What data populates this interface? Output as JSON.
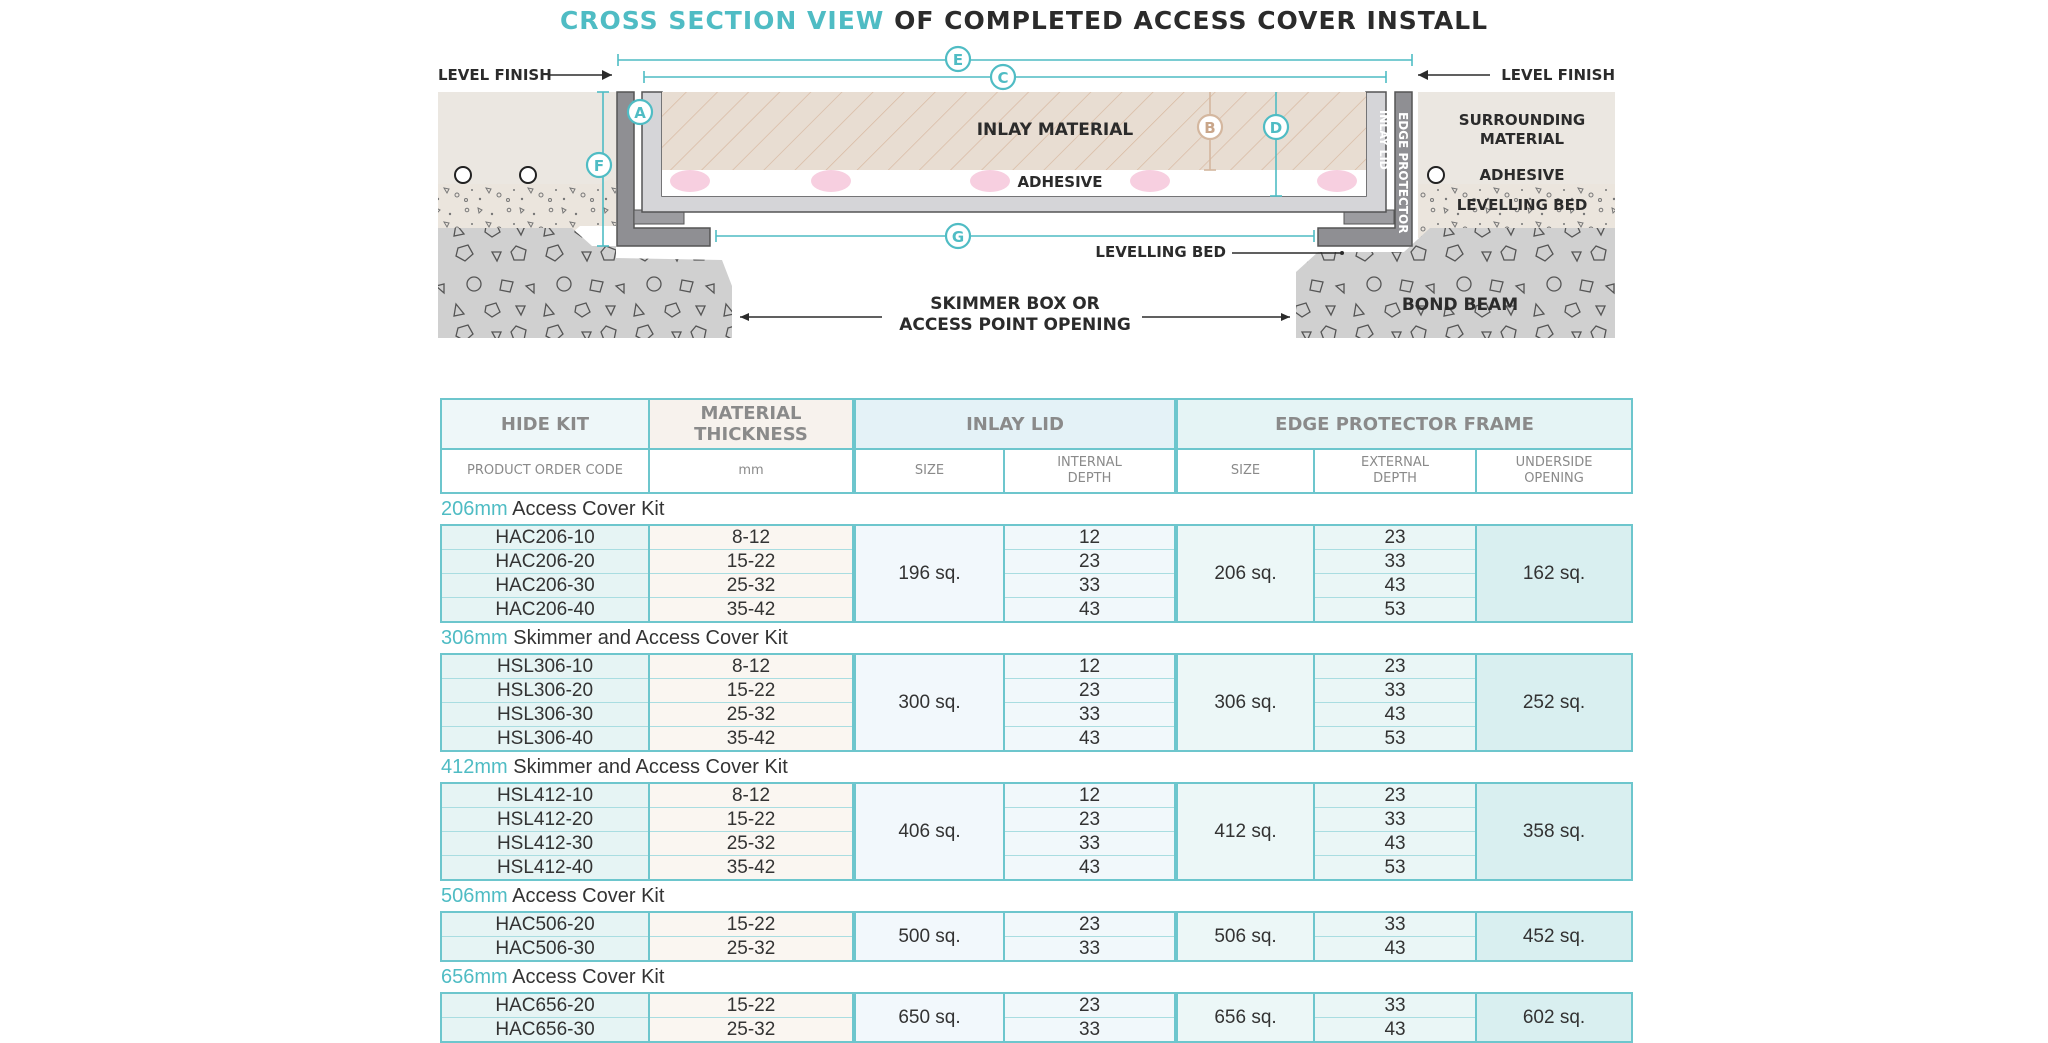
{
  "title": {
    "highlight": "CROSS SECTION VIEW",
    "rest": " OF COMPLETED ACCESS COVER INSTALL"
  },
  "colors": {
    "accent": "#4fbcc4",
    "text": "#2b2b2b",
    "header_grey": "#8a8a8a",
    "concrete": "#cfcfcf",
    "metal": "#8f8f93",
    "adhesive": "#f7cfe0",
    "inlay": "#e8ddd2"
  },
  "diagram": {
    "labels": {
      "level_finish_left": "LEVEL FINISH",
      "level_finish_right": "LEVEL FINISH",
      "inlay_material": "INLAY MATERIAL",
      "adhesive_center": "ADHESIVE",
      "surrounding_material_1": "SURROUNDING",
      "surrounding_material_2": "MATERIAL",
      "adhesive_right": "ADHESIVE",
      "levelling_bed_right": "LEVELLING BED",
      "levelling_bed_center": "LEVELLING BED",
      "opening_1": "SKIMMER BOX OR",
      "opening_2": "ACCESS POINT OPENING",
      "bond_beam": "BOND BEAM",
      "inlay_lid_vertical": "INLAY LID",
      "edge_protector_vertical": "EDGE PROTECTOR"
    },
    "markers": {
      "a": "A",
      "b": "B",
      "c": "C",
      "d": "D",
      "e": "E",
      "f": "F",
      "g": "G"
    }
  },
  "table": {
    "headers": {
      "hide_kit": "HIDE KIT",
      "material_thickness_1": "MATERIAL",
      "material_thickness_2": "THICKNESS",
      "inlay_lid": "INLAY LID",
      "edge_protector_frame": "EDGE PROTECTOR FRAME",
      "product_order_code": "PRODUCT ORDER CODE",
      "mm": "mm",
      "lid_size": "SIZE",
      "internal_depth_1": "INTERNAL",
      "internal_depth_2": "DEPTH",
      "frame_size": "SIZE",
      "external_depth_1": "EXTERNAL",
      "external_depth_2": "DEPTH",
      "underside_opening_1": "UNDERSIDE",
      "underside_opening_2": "OPENING"
    },
    "sections": [
      {
        "size": "206mm",
        "name": " Access Cover Kit",
        "lid_size": "196 sq.",
        "frame_size": "206 sq.",
        "underside": "162 sq.",
        "rows": [
          {
            "code": "HAC206-10",
            "thickness": "8-12",
            "internal": "12",
            "external": "23"
          },
          {
            "code": "HAC206-20",
            "thickness": "15-22",
            "internal": "23",
            "external": "33"
          },
          {
            "code": "HAC206-30",
            "thickness": "25-32",
            "internal": "33",
            "external": "43"
          },
          {
            "code": "HAC206-40",
            "thickness": "35-42",
            "internal": "43",
            "external": "53"
          }
        ]
      },
      {
        "size": "306mm",
        "name": " Skimmer and Access Cover Kit",
        "lid_size": "300 sq.",
        "frame_size": "306 sq.",
        "underside": "252 sq.",
        "rows": [
          {
            "code": "HSL306-10",
            "thickness": "8-12",
            "internal": "12",
            "external": "23"
          },
          {
            "code": "HSL306-20",
            "thickness": "15-22",
            "internal": "23",
            "external": "33"
          },
          {
            "code": "HSL306-30",
            "thickness": "25-32",
            "internal": "33",
            "external": "43"
          },
          {
            "code": "HSL306-40",
            "thickness": "35-42",
            "internal": "43",
            "external": "53"
          }
        ]
      },
      {
        "size": "412mm",
        "name": " Skimmer and Access Cover Kit",
        "lid_size": "406 sq.",
        "frame_size": "412 sq.",
        "underside": "358 sq.",
        "rows": [
          {
            "code": "HSL412-10",
            "thickness": "8-12",
            "internal": "12",
            "external": "23"
          },
          {
            "code": "HSL412-20",
            "thickness": "15-22",
            "internal": "23",
            "external": "33"
          },
          {
            "code": "HSL412-30",
            "thickness": "25-32",
            "internal": "33",
            "external": "43"
          },
          {
            "code": "HSL412-40",
            "thickness": "35-42",
            "internal": "43",
            "external": "53"
          }
        ]
      },
      {
        "size": "506mm",
        "name": " Access Cover Kit",
        "lid_size": "500 sq.",
        "frame_size": "506 sq.",
        "underside": "452 sq.",
        "rows": [
          {
            "code": "HAC506-20",
            "thickness": "15-22",
            "internal": "23",
            "external": "33"
          },
          {
            "code": "HAC506-30",
            "thickness": "25-32",
            "internal": "33",
            "external": "43"
          }
        ]
      },
      {
        "size": "656mm",
        "name": " Access Cover Kit",
        "lid_size": "650 sq.",
        "frame_size": "656 sq.",
        "underside": "602 sq.",
        "rows": [
          {
            "code": "HAC656-20",
            "thickness": "15-22",
            "internal": "23",
            "external": "33"
          },
          {
            "code": "HAC656-30",
            "thickness": "25-32",
            "internal": "33",
            "external": "43"
          }
        ]
      }
    ]
  }
}
